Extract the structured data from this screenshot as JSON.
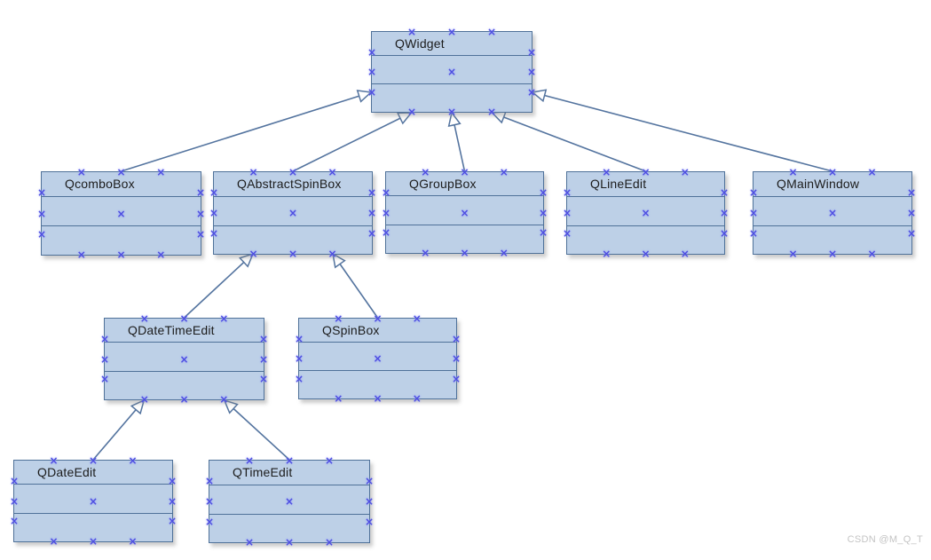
{
  "diagram": {
    "type": "uml-class-diagram",
    "classes": [
      {
        "name": "QWidget"
      },
      {
        "name": "QcomboBox"
      },
      {
        "name": "QAbstractSpinBox"
      },
      {
        "name": "QGroupBox"
      },
      {
        "name": "QLineEdit"
      },
      {
        "name": "QMainWindow"
      },
      {
        "name": "QDateTimeEdit"
      },
      {
        "name": "QSpinBox"
      },
      {
        "name": "QDateEdit"
      },
      {
        "name": "QTimeEdit"
      }
    ],
    "relations": [
      {
        "from": "QcomboBox",
        "to": "QWidget",
        "type": "generalization"
      },
      {
        "from": "QAbstractSpinBox",
        "to": "QWidget",
        "type": "generalization"
      },
      {
        "from": "QGroupBox",
        "to": "QWidget",
        "type": "generalization"
      },
      {
        "from": "QLineEdit",
        "to": "QWidget",
        "type": "generalization"
      },
      {
        "from": "QMainWindow",
        "to": "QWidget",
        "type": "generalization"
      },
      {
        "from": "QDateTimeEdit",
        "to": "QAbstractSpinBox",
        "type": "generalization"
      },
      {
        "from": "QSpinBox",
        "to": "QAbstractSpinBox",
        "type": "generalization"
      },
      {
        "from": "QDateEdit",
        "to": "QDateTimeEdit",
        "type": "generalization"
      },
      {
        "from": "QTimeEdit",
        "to": "QDateTimeEdit",
        "type": "generalization"
      }
    ],
    "selection_handle_glyph": "×",
    "colors": {
      "box_fill": "#bdd0e7",
      "box_border": "#4f7199",
      "connector": "#54749f",
      "selection_handle": "#4e4ee0",
      "title_text": "#1c1c1c",
      "watermark_text": "#c4c4c4"
    },
    "watermark": "CSDN @M_Q_T"
  }
}
